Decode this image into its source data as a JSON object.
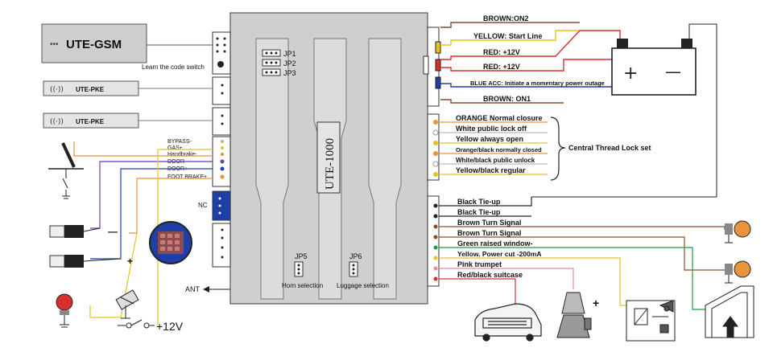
{
  "modules": {
    "gsm": "UTE-GSM",
    "gsm_badge": "•••",
    "pke_1": "UTE-PKE",
    "pke_2": "UTE-PKE",
    "main_unit": "UTE-1000"
  },
  "learn_switch": "Learn the code switch",
  "jumpers": [
    "JP1",
    "JP2",
    "JP3"
  ],
  "jp5": {
    "label": "JP5",
    "caption": "Horn selection"
  },
  "jp6": {
    "label": "JP6",
    "caption": "Luggage selection"
  },
  "nc_label": "NC",
  "ant_label": "ANT",
  "left_inputs": [
    "BYPASS-",
    "GAS+",
    "Handbrake-",
    "DOOR-",
    "DOOR+",
    "FOOT BRAKE+"
  ],
  "left_symbols": {
    "minus": "—",
    "plus": "+"
  },
  "supply_label": "+12V",
  "power_wires": [
    "BROWN:ON2",
    "YELLOW: Start Line",
    "RED:  +12V",
    "RED:  +12V",
    "BLUE ACC:  Initiate a momentary power outage",
    "BROWN:  ON1"
  ],
  "battery": {
    "plus": "+",
    "minus": "—"
  },
  "lock_wires": [
    "ORANGE   Normal closure",
    "White  public  lock off",
    "Yellow  always open",
    "Orange/black  normally closed",
    "White/black  public unlock",
    "Yellow/black  regular"
  ],
  "lock_caption": "Central Thread Lock set",
  "output_wires": [
    "Black     Tie-up",
    "Black     Tie-up",
    "Brown  Turn Signal",
    "Brown  Turn Signal",
    "Green  raised window-",
    "Yellow. Power cut  -200mA",
    "Pink    trumpet",
    "Red/black   suitcase"
  ],
  "horn_plus": "+",
  "colors": {
    "orange": "#e8943a",
    "yellow": "#e8c21c",
    "red": "#d9302c",
    "blue": "#1f3fa8",
    "brown": "#8a4b2b",
    "green": "#1f9a3a",
    "pink": "#e58aa8",
    "purple": "#6a3fa0"
  }
}
